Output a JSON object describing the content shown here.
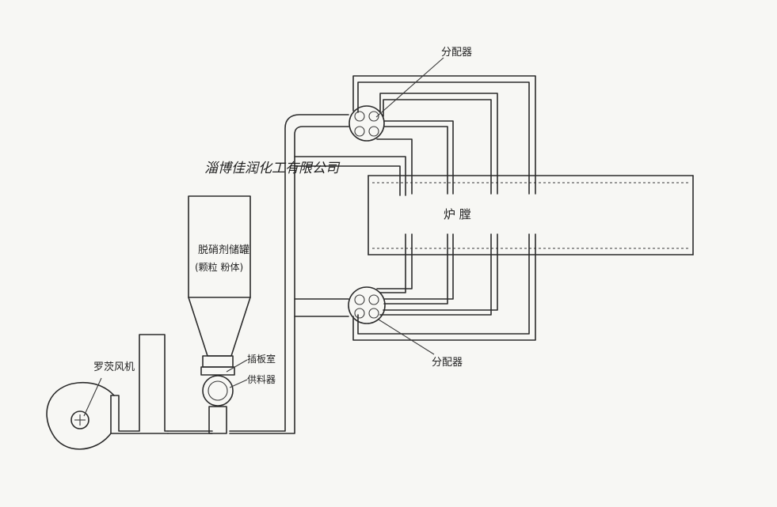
{
  "title": "淄博佳润化工有限公司",
  "furnace_label": "炉 膛",
  "silo_label_line1": "脱硝剂储罐",
  "silo_label_line2": "(颗粒 粉体)",
  "blower_label": "罗茨风机",
  "air_lock_label": "插板室",
  "feeder_label": "供料器",
  "distributor_top_label": "分配器",
  "distributor_bottom_label": "分配器"
}
